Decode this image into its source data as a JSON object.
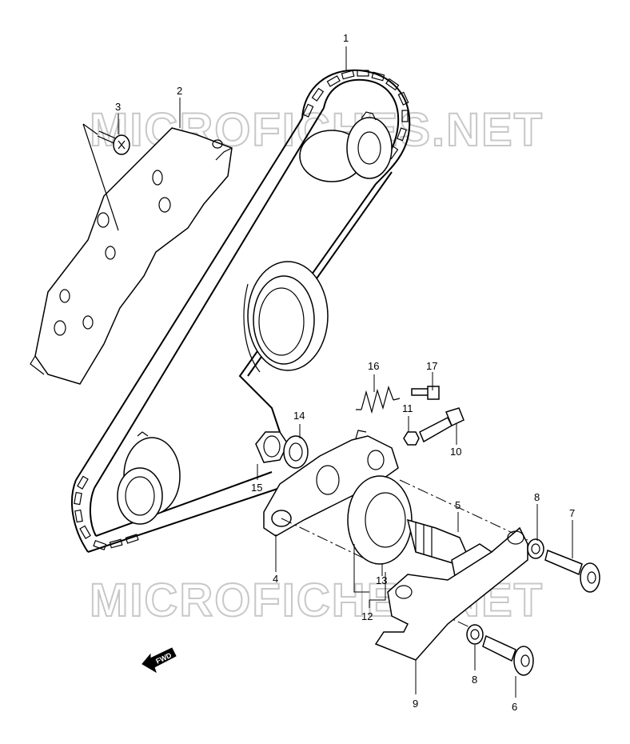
{
  "watermark": "MICROFICHES.NET",
  "fwd_label": "FWD",
  "part_numbers": {
    "p1": "1",
    "p2": "2",
    "p3": "3",
    "p4": "4",
    "p5": "5",
    "p6": "6",
    "p7": "7",
    "p8a": "8",
    "p8b": "8",
    "p9": "9",
    "p10": "10",
    "p11": "11",
    "p12": "12",
    "p13": "13",
    "p14": "14",
    "p15": "15",
    "p16": "16",
    "p17": "17"
  }
}
